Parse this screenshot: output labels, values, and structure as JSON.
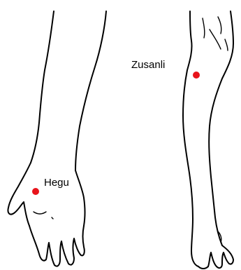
{
  "points": [
    {
      "id": "zusanli",
      "label": "Zusanli",
      "marker_color": "#e8141b"
    },
    {
      "id": "hegu",
      "label": "Hegu",
      "marker_color": "#e8141b"
    }
  ],
  "colors": {
    "background": "#ffffff",
    "outline": "#000000"
  }
}
